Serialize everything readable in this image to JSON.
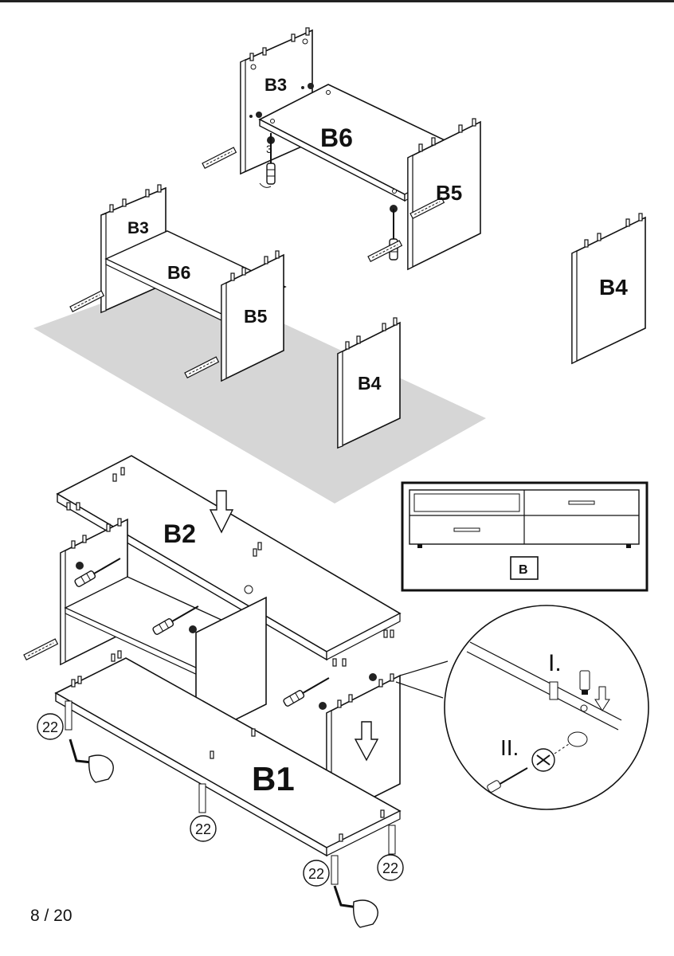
{
  "page_number": "8 / 20",
  "parts": {
    "b1": "B1",
    "b2": "B2",
    "b3": "B3",
    "b4": "B4",
    "b5": "B5",
    "b6": "B6"
  },
  "steps": {
    "one": "I.",
    "two": "II."
  },
  "leg_number": "22",
  "screw_number": "3",
  "inset_label": "B"
}
